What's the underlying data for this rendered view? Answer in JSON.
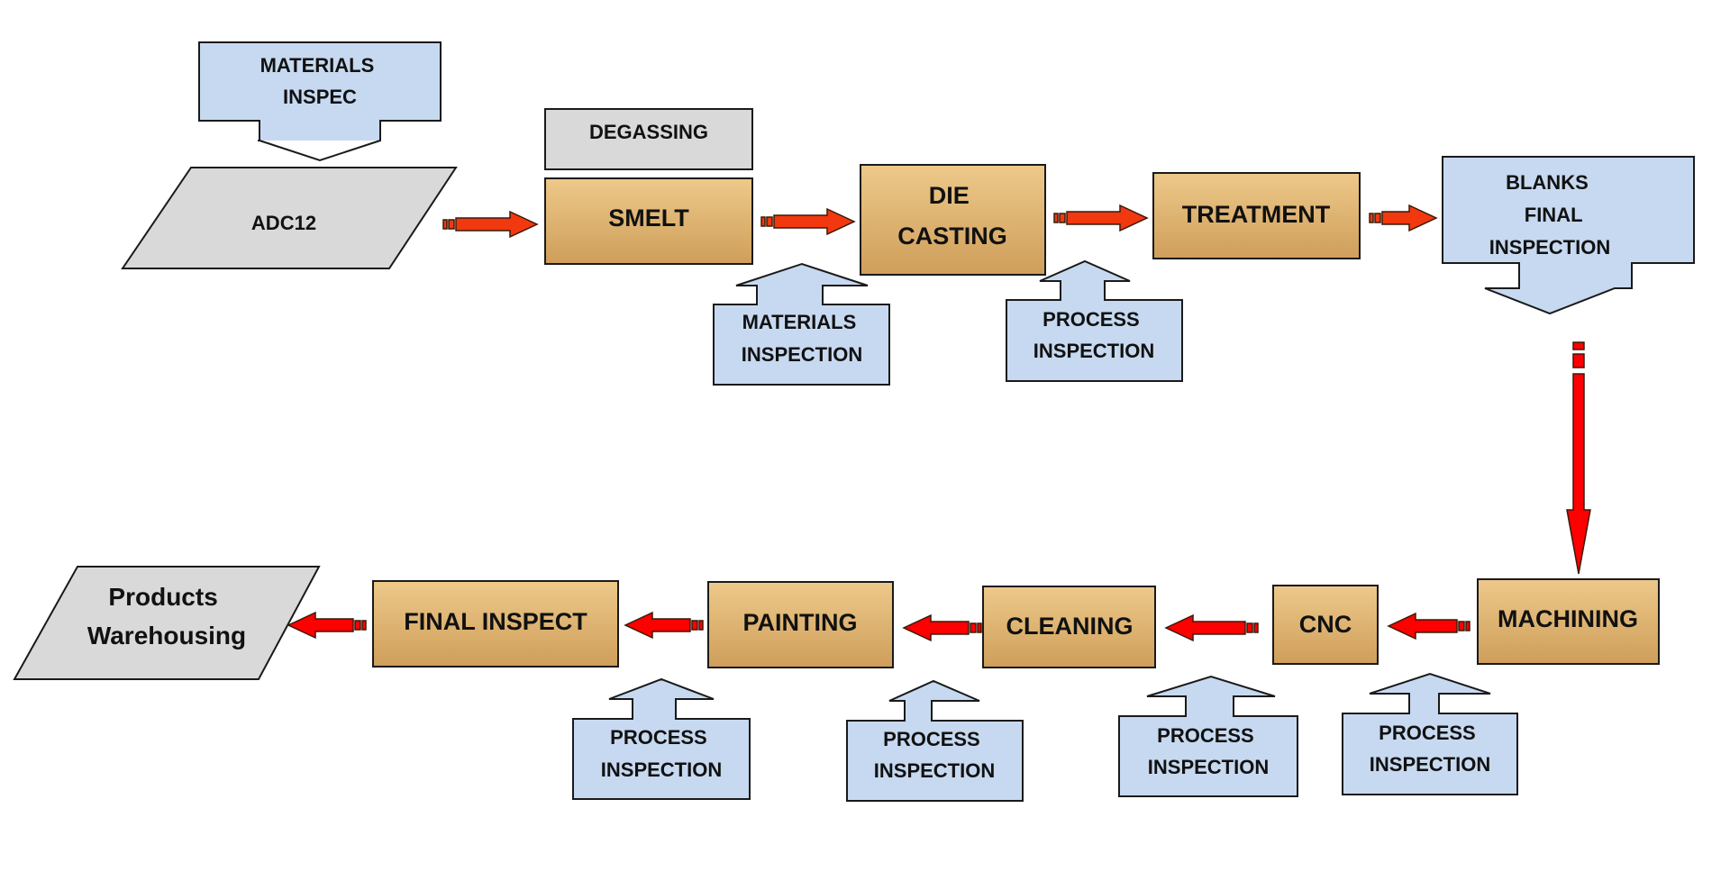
{
  "title": "Die casting production process flow",
  "colors": {
    "process_top": "#EDC98A",
    "process_bottom": "#CF9E5A",
    "inspection": "#C6D9F0",
    "material": "#D9D9D9",
    "arrow_top_row": "#F2380F",
    "arrow_bottom_row": "#FF0000"
  },
  "nodes": {
    "materials_inspec": {
      "lines": [
        "MATERIALS",
        "INSPEC"
      ]
    },
    "adc12": {
      "lines": [
        "ADC12"
      ]
    },
    "degassing": {
      "lines": [
        "DEGASSING"
      ]
    },
    "smelt": {
      "lines": [
        "SMELT"
      ]
    },
    "smelt_materials_inspection": {
      "lines": [
        "MATERIALS",
        "INSPECTION"
      ]
    },
    "die_casting": {
      "lines": [
        "DIE",
        "CASTING"
      ]
    },
    "die_casting_process_inspection": {
      "lines": [
        "PROCESS",
        "INSPECTION"
      ]
    },
    "treatment": {
      "lines": [
        "TREATMENT"
      ]
    },
    "blanks_final_inspection": {
      "lines": [
        "BLANKS",
        "FINAL",
        "INSPECTION"
      ]
    },
    "machining": {
      "lines": [
        "MACHINING"
      ]
    },
    "machining_process_inspection": {
      "lines": [
        "PROCESS",
        "INSPECTION"
      ]
    },
    "cnc": {
      "lines": [
        "CNC"
      ]
    },
    "cnc_process_inspection": {
      "lines": [
        "PROCESS",
        "INSPECTION"
      ]
    },
    "cleaning": {
      "lines": [
        "CLEANING"
      ]
    },
    "cleaning_process_inspection": {
      "lines": [
        "PROCESS",
        "INSPECTION"
      ]
    },
    "painting": {
      "lines": [
        "PAINTING"
      ]
    },
    "painting_process_inspection": {
      "lines": [
        "PROCESS",
        "INSPECTION"
      ]
    },
    "final_inspect": {
      "lines": [
        "FINAL INSPECT"
      ]
    },
    "products_warehousing": {
      "lines": [
        "Products",
        "Warehousing"
      ]
    }
  },
  "flow": [
    {
      "from": "adc12",
      "to": "smelt"
    },
    {
      "from": "smelt",
      "to": "die_casting"
    },
    {
      "from": "die_casting",
      "to": "treatment"
    },
    {
      "from": "treatment",
      "to": "blanks_final_inspection"
    },
    {
      "from": "blanks_final_inspection",
      "to": "machining"
    },
    {
      "from": "machining",
      "to": "cnc"
    },
    {
      "from": "cnc",
      "to": "cleaning"
    },
    {
      "from": "cleaning",
      "to": "painting"
    },
    {
      "from": "painting",
      "to": "final_inspect"
    },
    {
      "from": "final_inspect",
      "to": "products_warehousing"
    }
  ]
}
